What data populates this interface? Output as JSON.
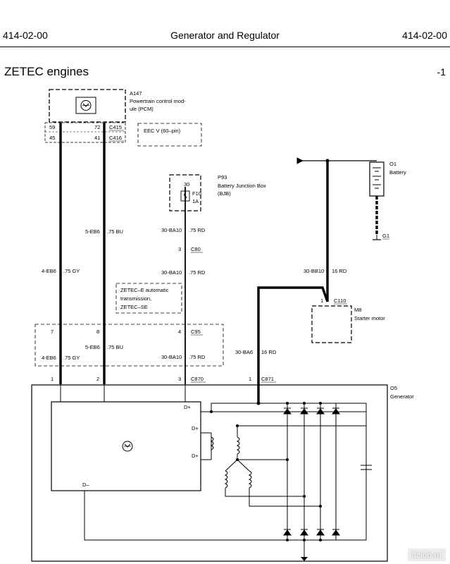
{
  "header": {
    "left": "414-02-00",
    "title": "Generator and Regulator",
    "right": "414-02-00"
  },
  "section": {
    "title": "ZETEC engines",
    "page": "-1"
  },
  "pcm": {
    "id": "A147",
    "line1": "Powertrain control mod-",
    "line2": "ule (PCM)",
    "pin_a": "59",
    "pin_b": "72",
    "conn_a": "C415",
    "pin_c": "45",
    "pin_d": "41",
    "conn_b": "C416",
    "eec": "EEC V (60–pin)"
  },
  "bjb": {
    "id": "P93",
    "line1": "Battery Junction Box",
    "line2": "(BJB)",
    "pin": "30",
    "fuse": "F10",
    "rating": "1A"
  },
  "battery": {
    "id": "O1",
    "name": "Battery",
    "ground": "G1"
  },
  "starter": {
    "id": "M8",
    "name": "Starter motor",
    "pin": "1",
    "conn": "C110"
  },
  "generator": {
    "id": "O5",
    "name": "Generator",
    "conn": "C871",
    "t_dplus1": "D+",
    "t_dplus2": "D+",
    "t_dplus3": "D+",
    "t_dminus": "D–"
  },
  "wires": {
    "w1": "4-EB6",
    "w1s": ".75 GY",
    "w2": "5-EB6",
    "w2s": ".75 BU",
    "w3": "30-BA10",
    "w3s": ".75 RD",
    "w4": "30-BB10",
    "w4s": "16 RD",
    "w5": "30-BA6",
    "w5s": "16 RD"
  },
  "c80": {
    "pin": "3",
    "conn": "C80"
  },
  "c95": {
    "p1": "7",
    "p2": "8",
    "p3": "4",
    "conn": "C95"
  },
  "c870": {
    "p1": "1",
    "p2": "2",
    "p3": "3",
    "conn": "C870"
  },
  "c871": {
    "p1": "1"
  },
  "note": {
    "line1": "ZETEC–E automatic",
    "line2": "transmission,",
    "line3": "ZETEC–SE"
  },
  "watermark": "ffclub.ru"
}
